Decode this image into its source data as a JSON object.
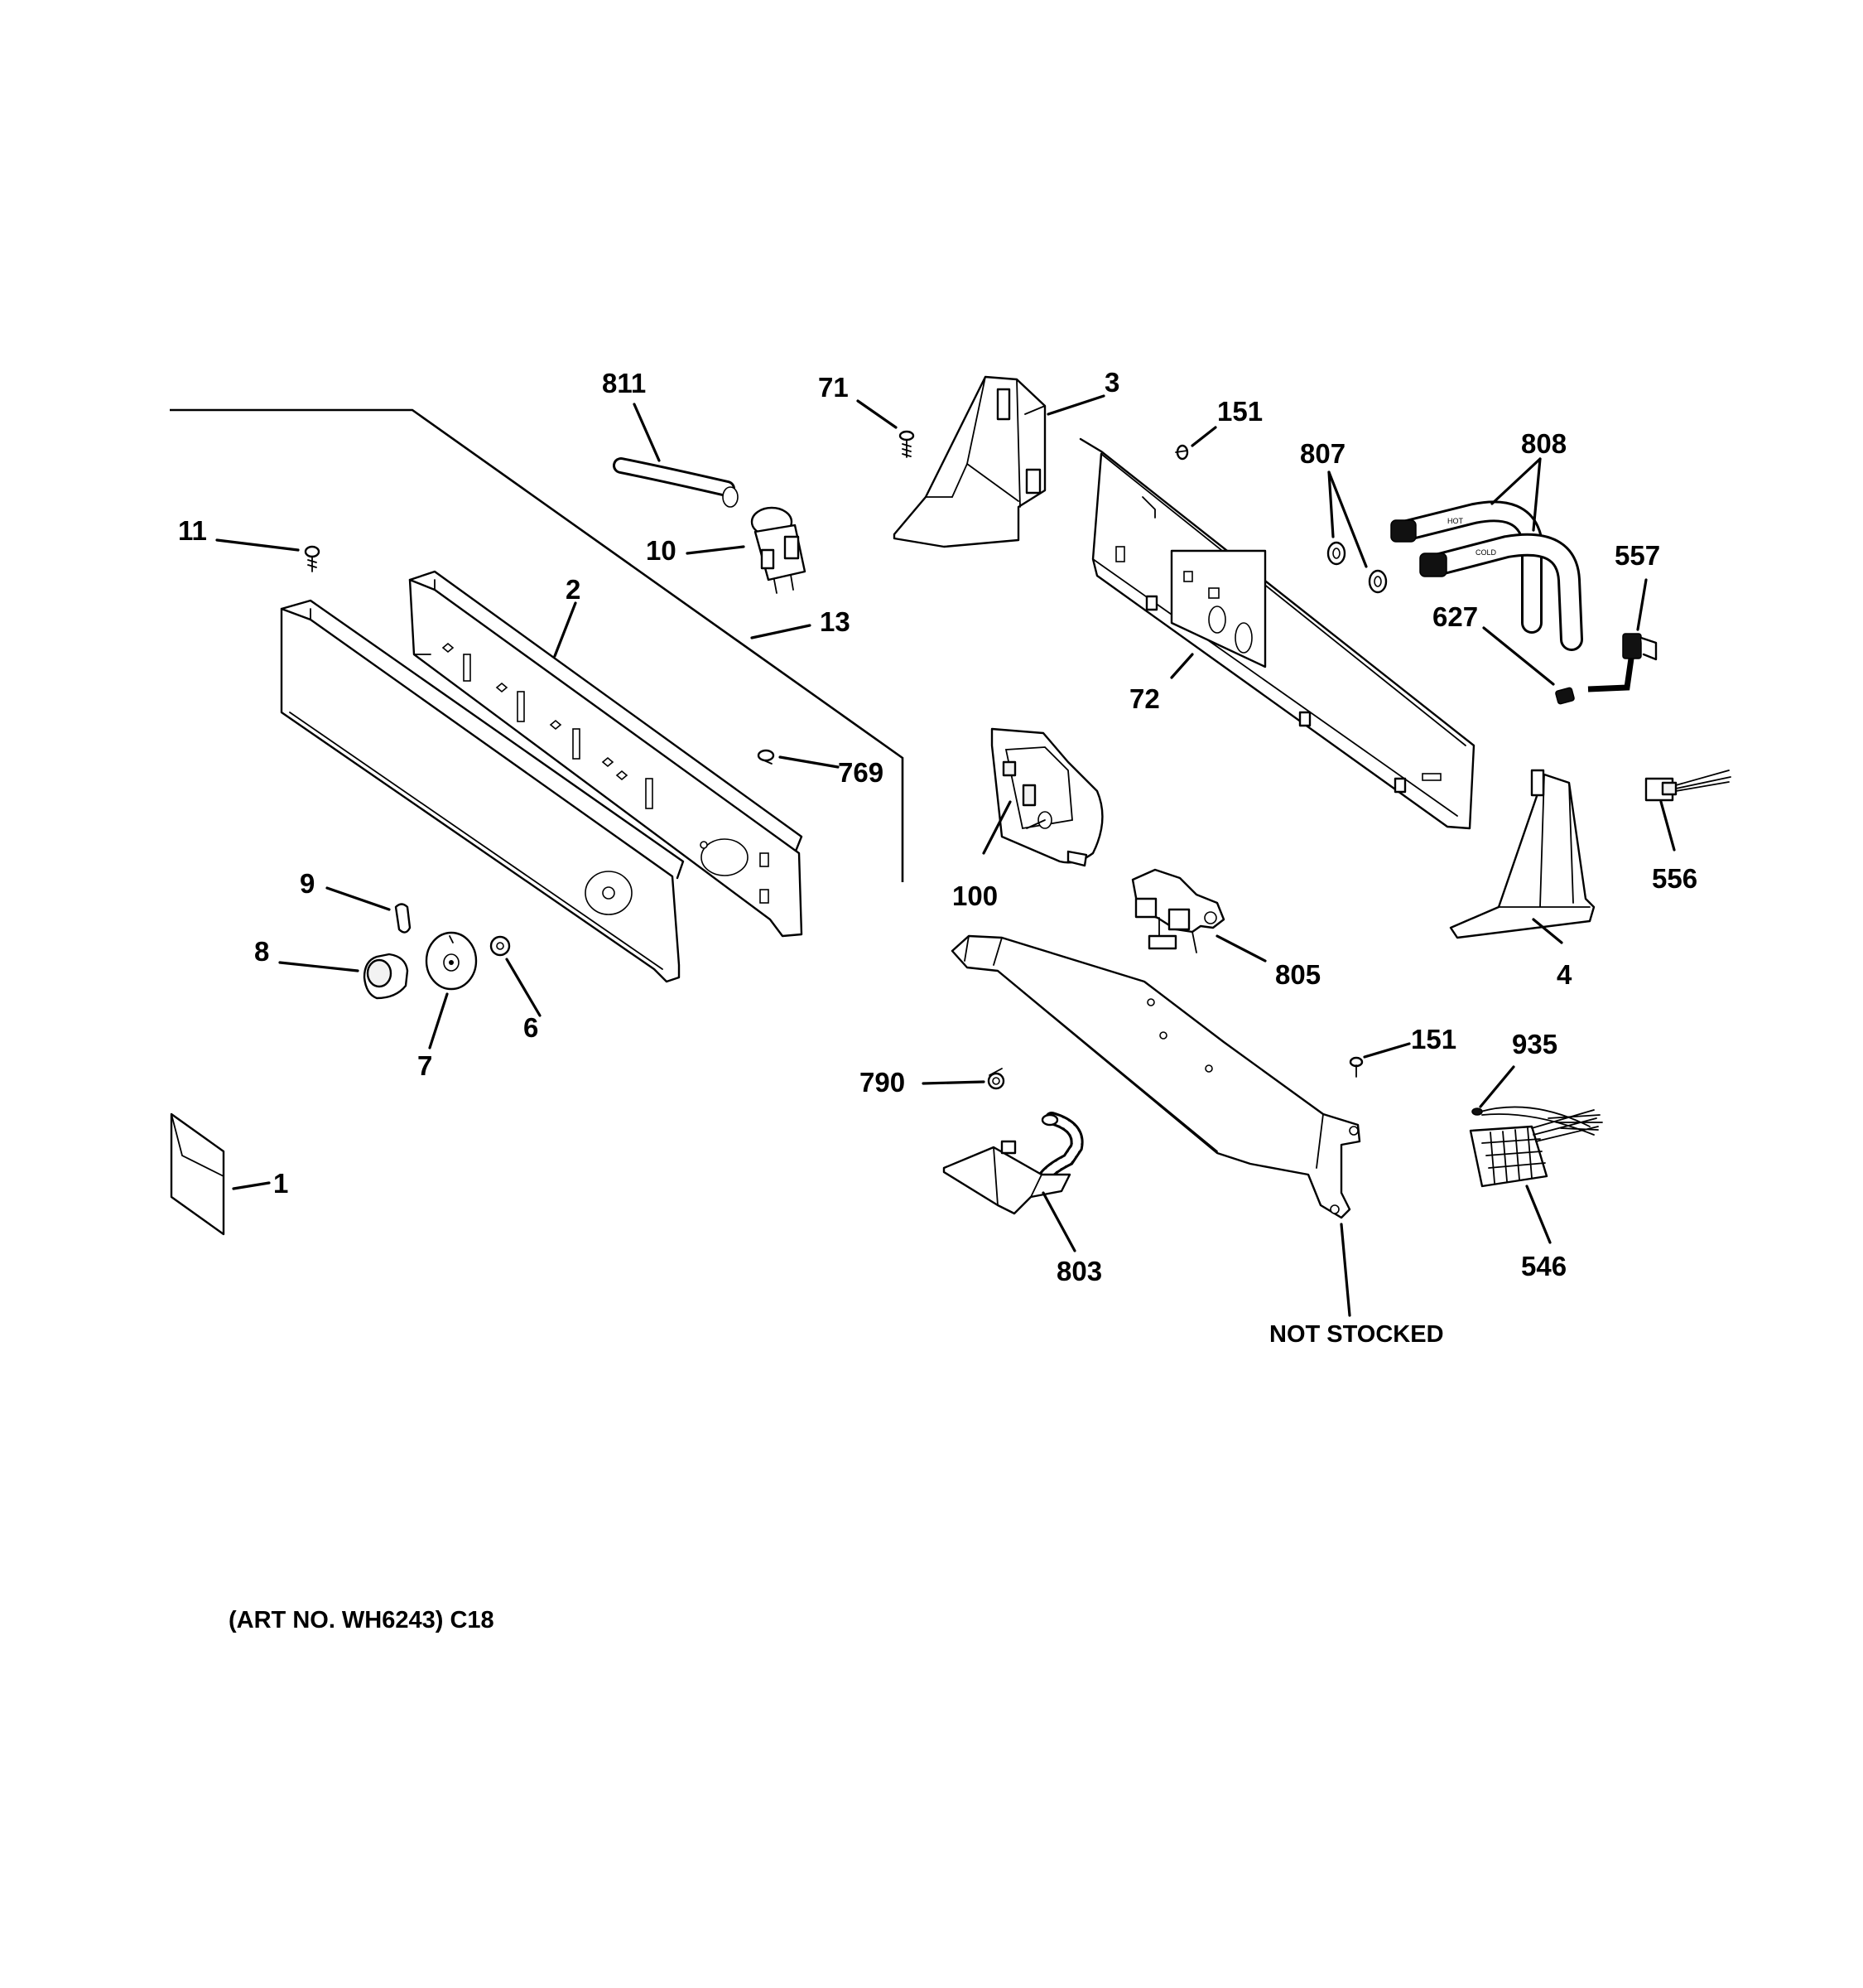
{
  "callouts": {
    "p811": "811",
    "p71": "71",
    "p3": "3",
    "p151a": "151",
    "p807": "807",
    "p808": "808",
    "p11": "11",
    "p10": "10",
    "p2": "2",
    "p13": "13",
    "p557": "557",
    "p627": "627",
    "p72": "72",
    "p769": "769",
    "p100": "100",
    "p556": "556",
    "p9": "9",
    "p8": "8",
    "p6": "6",
    "p7": "7",
    "p805": "805",
    "p4": "4",
    "p151b": "151",
    "p935": "935",
    "p790": "790",
    "p1": "1",
    "p803": "803",
    "p546": "546"
  },
  "notes": {
    "not_stocked": "NOT STOCKED",
    "art_no": "(ART NO. WH6243) C18"
  },
  "hose_labels": {
    "hot": "HOT",
    "cold": "COLD"
  }
}
